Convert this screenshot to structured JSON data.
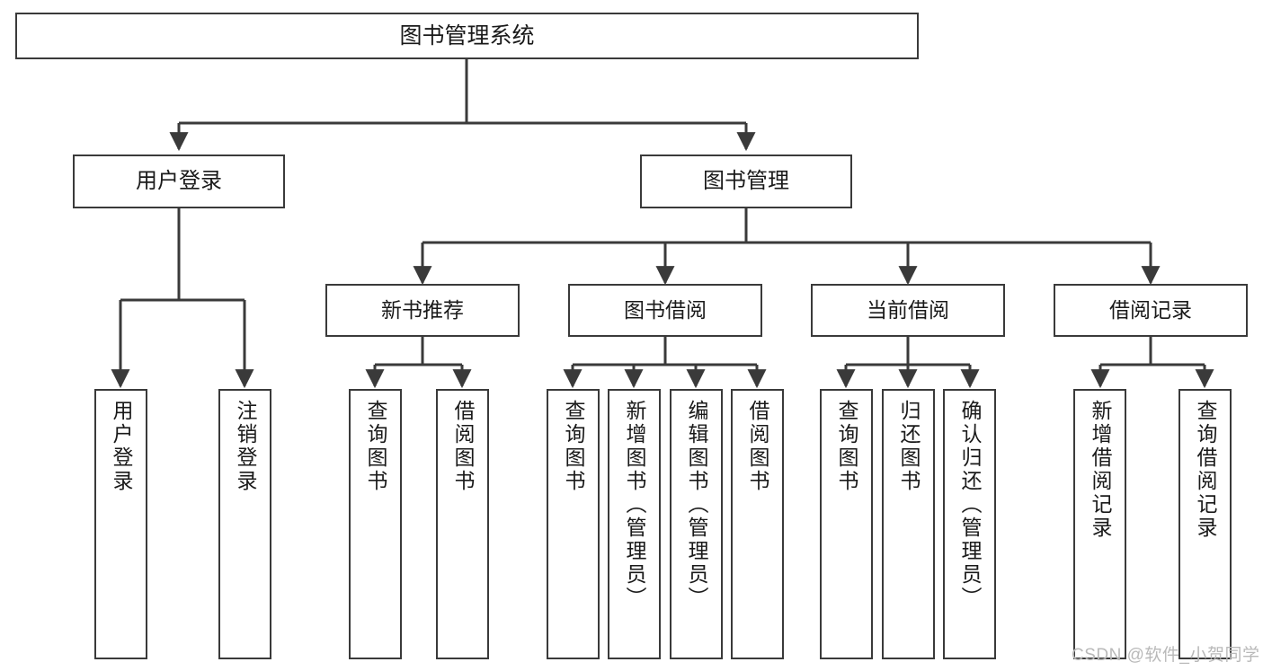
{
  "diagram": {
    "title_node": {
      "label": "图书管理系统"
    },
    "level2": [
      {
        "id": "user-login",
        "label": "用户登录"
      },
      {
        "id": "book-management",
        "label": "图书管理"
      }
    ],
    "level3": [
      {
        "id": "new-book-recommend",
        "label": "新书推荐"
      },
      {
        "id": "book-borrow",
        "label": "图书借阅"
      },
      {
        "id": "current-borrow",
        "label": "当前借阅"
      },
      {
        "id": "borrow-record",
        "label": "借阅记录"
      }
    ],
    "leaves": {
      "user_login": [
        {
          "id": "user-login-leaf",
          "label": "用户登录"
        },
        {
          "id": "logout-leaf",
          "label": "注销登录"
        }
      ],
      "new_book_recommend": [
        {
          "id": "query-book-1",
          "label": "查询图书"
        },
        {
          "id": "borrow-book-1",
          "label": "借阅图书"
        }
      ],
      "book_borrow": [
        {
          "id": "query-book-2",
          "label": "查询图书"
        },
        {
          "id": "add-book-admin",
          "label": "新增图书（管理员）"
        },
        {
          "id": "edit-book-admin",
          "label": "编辑图书（管理员）"
        },
        {
          "id": "borrow-book-2",
          "label": "借阅图书"
        }
      ],
      "current_borrow": [
        {
          "id": "query-book-3",
          "label": "查询图书"
        },
        {
          "id": "return-book",
          "label": "归还图书"
        },
        {
          "id": "confirm-return-admin",
          "label": "确认归还（管理员）"
        }
      ],
      "borrow_record": [
        {
          "id": "add-borrow-record",
          "label": "新增借阅记录"
        },
        {
          "id": "query-borrow-record",
          "label": "查询借阅记录"
        }
      ]
    }
  },
  "watermark": {
    "text": "CSDN @软件_小贺同学"
  },
  "colors": {
    "border": "#3a3a3a",
    "text": "#1a1a1a",
    "background": "#ffffff",
    "watermark": "#b9b9b9"
  }
}
